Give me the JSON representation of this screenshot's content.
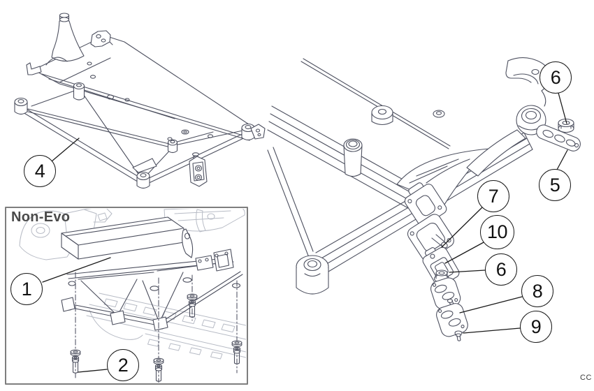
{
  "figure": {
    "type": "exploded-parts-diagram",
    "inset": {
      "label": "Non-Evo"
    },
    "page_code": "CC",
    "callouts": {
      "c1": "1",
      "c2": "2",
      "c4": "4",
      "c5": "5",
      "c6a": "6",
      "c6b": "6",
      "c7": "7",
      "c8": "8",
      "c9": "9",
      "c10": "10"
    },
    "colors": {
      "line_art": "#4e5160",
      "faint_art": "#b7bbc5",
      "callout_stroke": "#1a1a1a",
      "inset_border": "#7e7e7e"
    }
  }
}
